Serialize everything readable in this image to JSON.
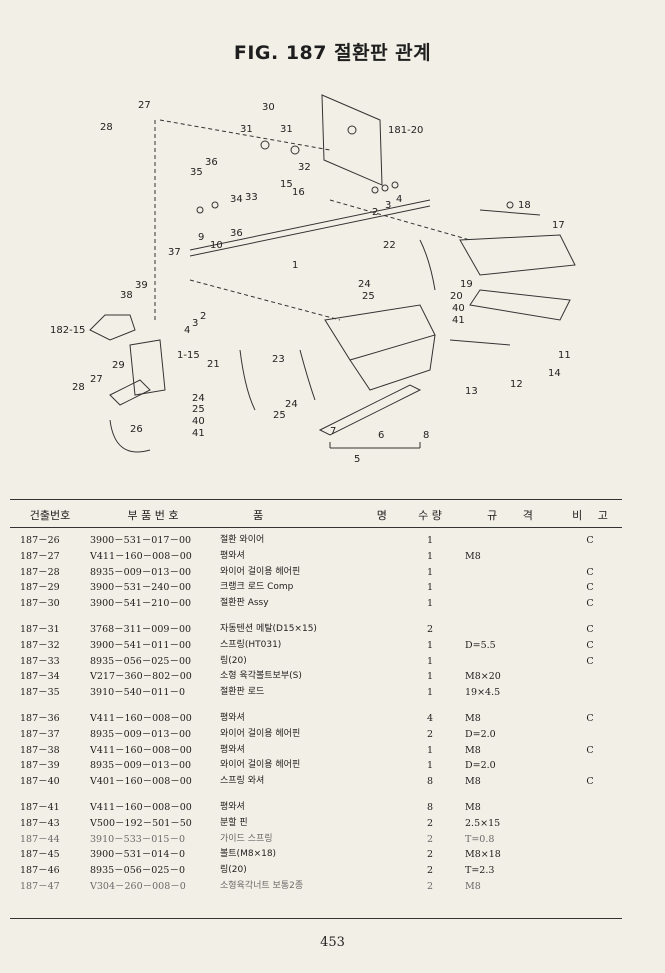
{
  "title": "FIG. 187 절환판 관계",
  "diagram": {
    "labels": [
      "27",
      "28",
      "30",
      "31",
      "31",
      "181-20",
      "32",
      "36",
      "35",
      "34",
      "33",
      "15",
      "16",
      "2",
      "3",
      "4",
      "18",
      "17",
      "37",
      "9",
      "10",
      "36",
      "22",
      "1",
      "39",
      "38",
      "4",
      "3",
      "2",
      "24",
      "25",
      "19",
      "20",
      "40",
      "41",
      "182-15",
      "29",
      "1-15",
      "21",
      "23",
      "28",
      "27",
      "26",
      "24",
      "25",
      "40",
      "41",
      "24",
      "25",
      "7",
      "6",
      "8",
      "5",
      "13",
      "12",
      "11",
      "14"
    ]
  },
  "table": {
    "headers": [
      "건출번호",
      "부 품 번 호",
      "품 명",
      "수 량",
      "규 격",
      "비 고"
    ],
    "rows": [
      {
        "no": "187－26",
        "part": "3900－531－017－00",
        "name": "절환 와이어",
        "qty": "1",
        "spec": "",
        "note": "C",
        "faint": false
      },
      {
        "no": "187－27",
        "part": "V411－160－008－00",
        "name": "평와셔",
        "qty": "1",
        "spec": "M8",
        "note": "",
        "faint": false
      },
      {
        "no": "187－28",
        "part": "8935－009－013－00",
        "name": "와이어 걸이용 헤어핀",
        "qty": "1",
        "spec": "",
        "note": "C",
        "faint": false
      },
      {
        "no": "187－29",
        "part": "3900－531－240－00",
        "name": "크랭크 로드 Comp",
        "qty": "1",
        "spec": "",
        "note": "C",
        "faint": false
      },
      {
        "no": "187－30",
        "part": "3900－541－210－00",
        "name": "절환판 Assy",
        "qty": "1",
        "spec": "",
        "note": "C",
        "faint": false
      },
      {
        "gap": true
      },
      {
        "no": "187－31",
        "part": "3768－311－009－00",
        "name": "자동텐션 메탈(D15×15)",
        "qty": "2",
        "spec": "",
        "note": "C",
        "faint": false
      },
      {
        "no": "187－32",
        "part": "3900－541－011－00",
        "name": "스프링(HT031)",
        "qty": "1",
        "spec": "D=5.5",
        "note": "C",
        "faint": false
      },
      {
        "no": "187－33",
        "part": "8935－056－025－00",
        "name": "링(20)",
        "qty": "1",
        "spec": "",
        "note": "C",
        "faint": false
      },
      {
        "no": "187－34",
        "part": "V217－360－802－00",
        "name": "소형 육각볼트보부(S)",
        "qty": "1",
        "spec": "M8×20",
        "note": "",
        "faint": false
      },
      {
        "no": "187－35",
        "part": "3910－540－011－0",
        "name": "절환판 로드",
        "qty": "1",
        "spec": "19×4.5",
        "note": "",
        "faint": false
      },
      {
        "gap": true
      },
      {
        "no": "187－36",
        "part": "V411－160－008－00",
        "name": "평와셔",
        "qty": "4",
        "spec": "M8",
        "note": "C",
        "faint": false
      },
      {
        "no": "187－37",
        "part": "8935－009－013－00",
        "name": "와이어 걸이용 헤어핀",
        "qty": "2",
        "spec": "D=2.0",
        "note": "",
        "faint": false
      },
      {
        "no": "187－38",
        "part": "V411－160－008－00",
        "name": "평와셔",
        "qty": "1",
        "spec": "M8",
        "note": "C",
        "faint": false
      },
      {
        "no": "187－39",
        "part": "8935－009－013－00",
        "name": "와이어 걸이용 헤어핀",
        "qty": "1",
        "spec": "D=2.0",
        "note": "",
        "faint": false
      },
      {
        "no": "187－40",
        "part": "V401－160－008－00",
        "name": "스프링 와셔",
        "qty": "8",
        "spec": "M8",
        "note": "C",
        "faint": false
      },
      {
        "gap": true
      },
      {
        "no": "187－41",
        "part": "V411－160－008－00",
        "name": "평와셔",
        "qty": "8",
        "spec": "M8",
        "note": "",
        "faint": false
      },
      {
        "no": "187－43",
        "part": "V500－192－501－50",
        "name": "분할 핀",
        "qty": "2",
        "spec": "2.5×15",
        "note": "",
        "faint": false
      },
      {
        "no": "187－44",
        "part": "3910－533－015－0",
        "name": "가이드 스프링",
        "qty": "2",
        "spec": "T=0.8",
        "note": "",
        "faint": true
      },
      {
        "no": "187－45",
        "part": "3900－531－014－0",
        "name": "볼트(M8×18)",
        "qty": "2",
        "spec": "M8×18",
        "note": "",
        "faint": false
      },
      {
        "no": "187－46",
        "part": "8935－056－025－0",
        "name": "링(20)",
        "qty": "2",
        "spec": "T=2.3",
        "note": "",
        "faint": false
      },
      {
        "no": "187－47",
        "part": "V304－260－008－0",
        "name": "소형육각너트 보통2종",
        "qty": "2",
        "spec": "M8",
        "note": "",
        "faint": true
      }
    ]
  },
  "page_number": "453"
}
